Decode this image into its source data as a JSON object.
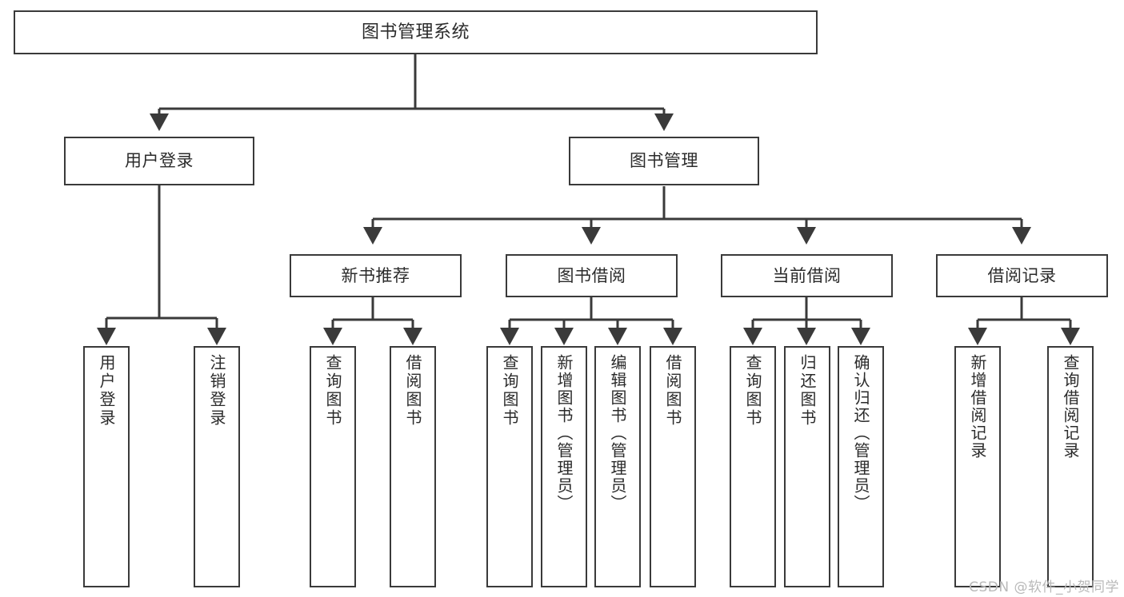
{
  "diagram": {
    "type": "tree-hierarchy",
    "title": "图书管理系统",
    "watermark": "CSDN @软件_小贺同学",
    "colors": {
      "stroke": "#3a3a3a",
      "fill": "#ffffff",
      "text": "#2b2b2b",
      "watermark": "#b9b9b9"
    },
    "levels": [
      {
        "level": 1,
        "nodes": [
          {
            "id": "root",
            "label": "图书管理系统",
            "orientation": "horizontal"
          }
        ]
      },
      {
        "level": 2,
        "nodes": [
          {
            "id": "user-login",
            "label": "用户登录",
            "orientation": "horizontal",
            "parent": "root"
          },
          {
            "id": "book-manage",
            "label": "图书管理",
            "orientation": "horizontal",
            "parent": "root"
          }
        ]
      },
      {
        "level": 3,
        "nodes": [
          {
            "id": "new-book-rec",
            "label": "新书推荐",
            "orientation": "horizontal",
            "parent": "book-manage"
          },
          {
            "id": "book-borrow",
            "label": "图书借阅",
            "orientation": "horizontal",
            "parent": "book-manage"
          },
          {
            "id": "current-borrow",
            "label": "当前借阅",
            "orientation": "horizontal",
            "parent": "book-manage"
          },
          {
            "id": "borrow-record",
            "label": "借阅记录",
            "orientation": "horizontal",
            "parent": "book-manage"
          }
        ]
      },
      {
        "level": 4,
        "nodes": [
          {
            "id": "leaf-user-login",
            "label": "用户登录",
            "orientation": "vertical",
            "parent": "user-login"
          },
          {
            "id": "leaf-logout",
            "label": "注销登录",
            "orientation": "vertical",
            "parent": "user-login"
          },
          {
            "id": "leaf-query-book-1",
            "label": "查询图书",
            "orientation": "vertical",
            "parent": "new-book-rec"
          },
          {
            "id": "leaf-borrow-book-1",
            "label": "借阅图书",
            "orientation": "vertical",
            "parent": "new-book-rec"
          },
          {
            "id": "leaf-query-book-2",
            "label": "查询图书",
            "orientation": "vertical",
            "parent": "book-borrow"
          },
          {
            "id": "leaf-add-book",
            "label": "新增图书（管理员）",
            "orientation": "vertical",
            "parent": "book-borrow"
          },
          {
            "id": "leaf-edit-book",
            "label": "编辑图书（管理员）",
            "orientation": "vertical",
            "parent": "book-borrow"
          },
          {
            "id": "leaf-borrow-book-2",
            "label": "借阅图书",
            "orientation": "vertical",
            "parent": "book-borrow"
          },
          {
            "id": "leaf-query-book-3",
            "label": "查询图书",
            "orientation": "vertical",
            "parent": "current-borrow"
          },
          {
            "id": "leaf-return-book",
            "label": "归还图书",
            "orientation": "vertical",
            "parent": "current-borrow"
          },
          {
            "id": "leaf-confirm-return",
            "label": "确认归还（管理员）",
            "orientation": "vertical",
            "parent": "current-borrow"
          },
          {
            "id": "leaf-add-record",
            "label": "新增借阅记录",
            "orientation": "vertical",
            "parent": "borrow-record"
          },
          {
            "id": "leaf-query-record",
            "label": "查询借阅记录",
            "orientation": "vertical",
            "parent": "borrow-record"
          }
        ]
      }
    ]
  }
}
